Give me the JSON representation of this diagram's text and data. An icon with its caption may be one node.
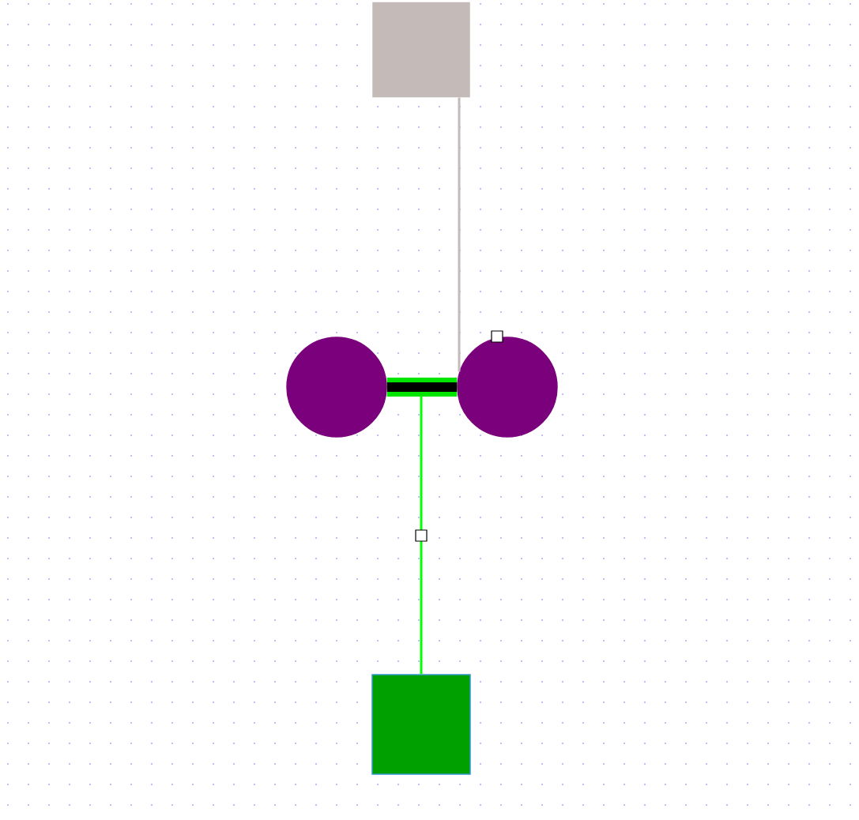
{
  "diagram": {
    "nodes": [
      {
        "text": [],
        "shape": "box"
      },
      {
        "text": [],
        "shape": "circle"
      },
      {
        "text": [],
        "shape": "circle"
      },
      {
        "text": [],
        "shape": "box"
      }
    ],
    "edges": [
      {
        "from": 0,
        "to": 2,
        "arrow": "none",
        "color": "#c4bab8"
      },
      {
        "from": 1,
        "to": 2,
        "arrow": "none",
        "style": "thick",
        "color": "#00e500"
      },
      {
        "from": null,
        "to": 3,
        "arrow": "none",
        "color": "#00ff00"
      }
    ]
  }
}
